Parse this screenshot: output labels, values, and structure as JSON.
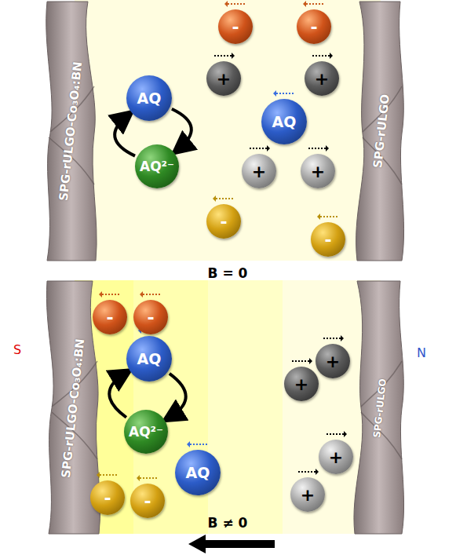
{
  "diagram": {
    "nodes": [
      {
        "text": [
          "SPG-rULGO-Co₃O₄:BN"
        ]
      },
      {
        "text": [
          "SPG-rULGO"
        ]
      },
      {
        "text": [
          "AQ"
        ]
      },
      {
        "text": [
          "AQ²⁻"
        ]
      },
      {
        "text": [
          "-"
        ]
      },
      {
        "text": [
          "-"
        ]
      },
      {
        "text": [
          "+"
        ]
      },
      {
        "text": [
          "+"
        ]
      },
      {
        "text": [
          "AQ"
        ]
      },
      {
        "text": [
          "+"
        ]
      },
      {
        "text": [
          "+"
        ]
      },
      {
        "text": [
          "-"
        ]
      },
      {
        "text": [
          "-"
        ]
      },
      {
        "text": [
          "S"
        ]
      },
      {
        "text": [
          "SPG-rULGO-Co₃O₄:BN"
        ]
      },
      {
        "text": [
          "SPG-rULGO"
        ]
      },
      {
        "text": [
          "N"
        ]
      },
      {
        "text": [
          "-"
        ]
      },
      {
        "text": [
          "-"
        ]
      },
      {
        "text": [
          "AQ"
        ]
      },
      {
        "text": [
          "+"
        ]
      },
      {
        "text": [
          "+"
        ]
      },
      {
        "text": [
          "AQ²⁻"
        ]
      },
      {
        "text": [
          "AQ"
        ]
      },
      {
        "text": [
          "+"
        ]
      },
      {
        "text": [
          "+"
        ]
      },
      {
        "text": [
          "-"
        ]
      },
      {
        "text": [
          "-"
        ]
      }
    ],
    "edges": [
      {
        "from": 2,
        "to": 3,
        "arrow": "to"
      },
      {
        "from": 3,
        "to": 2,
        "arrow": "to"
      },
      {
        "from": 19,
        "to": 22,
        "arrow": "to"
      },
      {
        "from": 22,
        "to": 19,
        "arrow": "to"
      }
    ],
    "labels": [
      "B = 0",
      "B ≠ 0"
    ]
  }
}
